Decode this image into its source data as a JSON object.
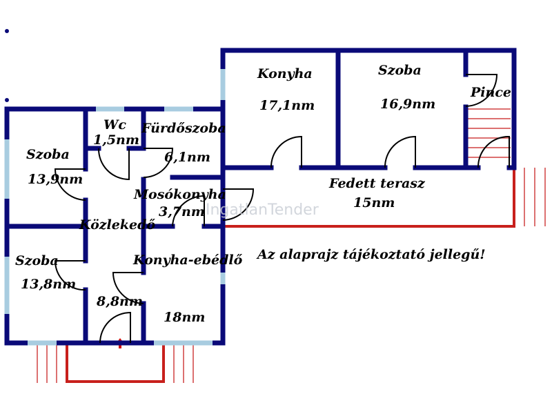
{
  "rooms": {
    "szoba1": {
      "name": "Szoba",
      "area": "13,9nm"
    },
    "wc": {
      "name": "Wc",
      "area": "1,5nm"
    },
    "furdo": {
      "name": "Fürdőszoba",
      "area": "6,1nm"
    },
    "moso": {
      "name": "Mosókonyha",
      "area": "3,7nm"
    },
    "kozl": {
      "name": "Közlekedő",
      "area": "8,8nm"
    },
    "szoba2": {
      "name": "Szoba",
      "area": "13,8nm"
    },
    "konyhaeb": {
      "name": "Konyha-ebédlő",
      "area": "18nm"
    },
    "konyha": {
      "name": "Konyha",
      "area": "17,1nm"
    },
    "szoba3": {
      "name": "Szoba",
      "area": "16,9nm"
    },
    "pince": {
      "name": "Pince"
    },
    "terasz": {
      "name": "Fedett terasz",
      "area": "15nm"
    }
  },
  "note": "Az alaprajz tájékoztató jellegű!",
  "watermark": "IngatlanTender",
  "colors": {
    "wall": "#0a0a78",
    "window": "#a8cce0",
    "outdoor": "#c8201c"
  }
}
